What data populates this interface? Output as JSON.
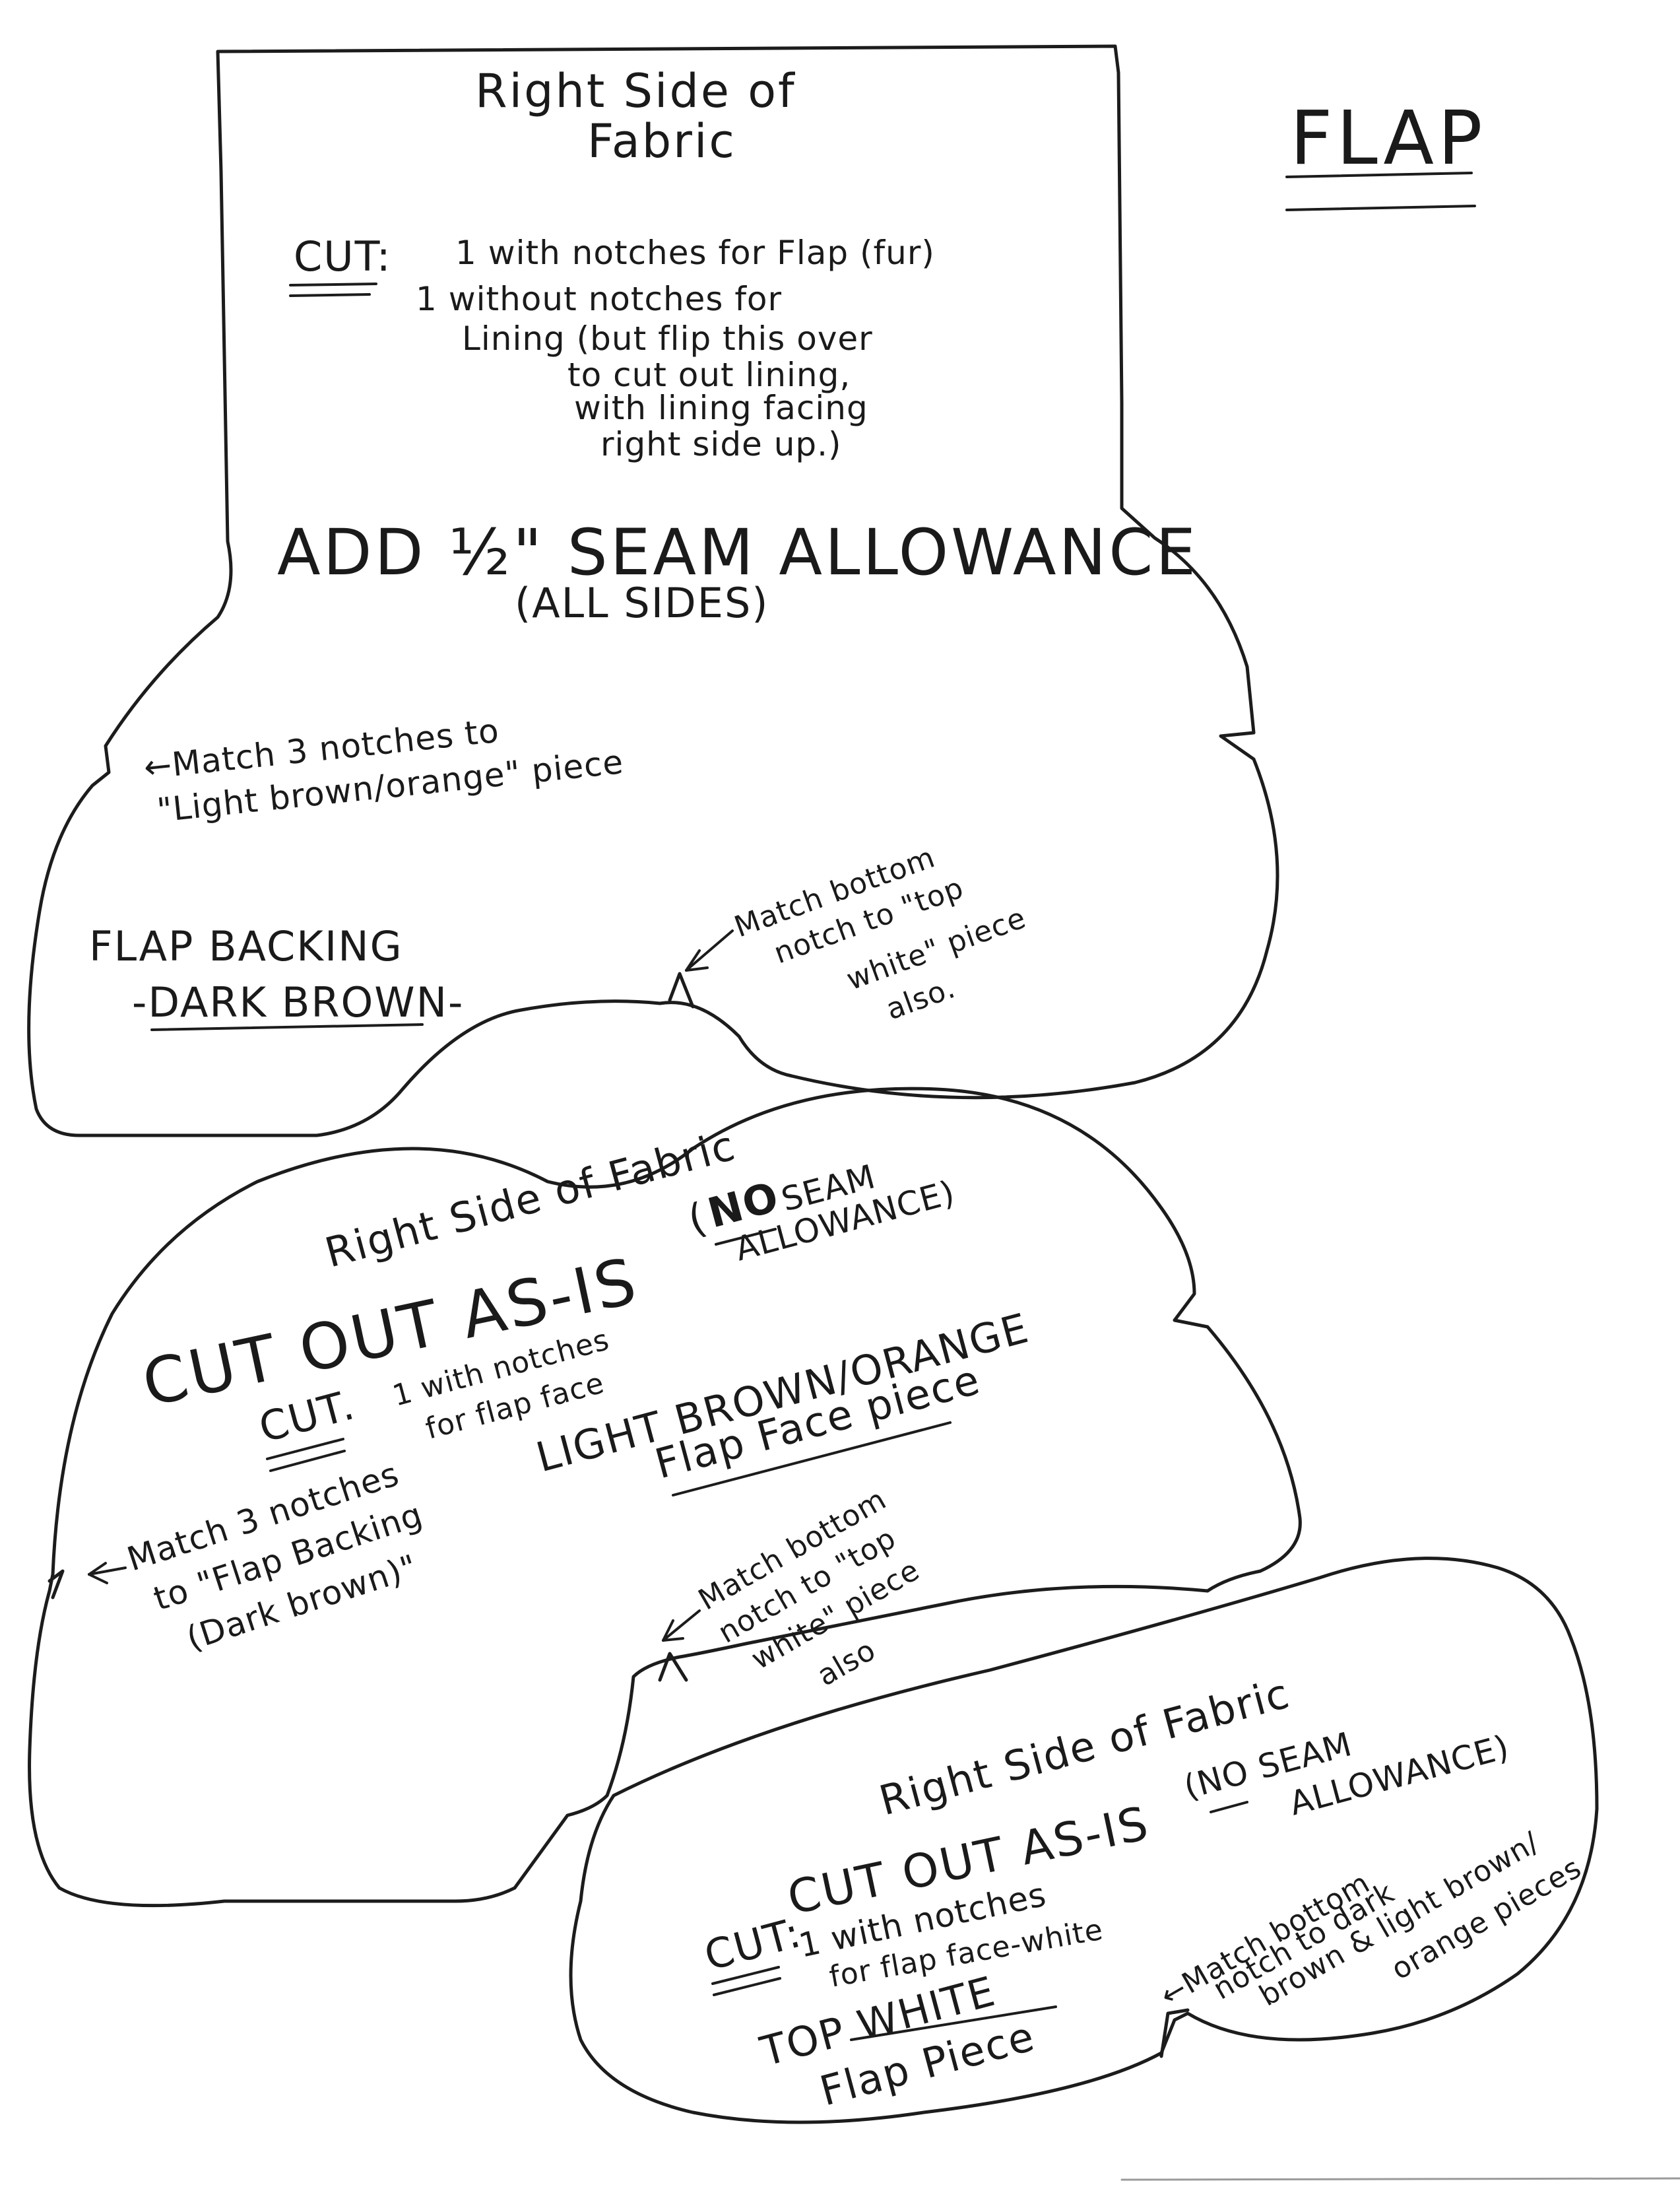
{
  "page_title": "FLAP",
  "pieces": {
    "backing": {
      "side_label_line1": "Right Side of",
      "side_label_line2": "Fabric",
      "cut_label": "CUT:",
      "cut_line1": "1 with notches for Flap (fur)",
      "cut_line2": "1 without notches for",
      "cut_line3": "Lining (but flip this over",
      "cut_line4": "to cut out lining,",
      "cut_line5": "with lining facing",
      "cut_line6": "right side up.)",
      "seam_line1": "ADD ½\" SEAM ALLOWANCE",
      "seam_line2": "(ALL SIDES)",
      "notes_match3_line1": "←Match 3 notches to",
      "notes_match3_line2": "\"Light brown/orange\" piece",
      "name_line1": "FLAP BACKING",
      "name_line2": "-DARK BROWN-",
      "bottom_note_line1": "Match bottom",
      "bottom_note_line2": "notch to \"top",
      "bottom_note_line3": "white\" piece",
      "bottom_note_line4": "also."
    },
    "face": {
      "side_label": "Right Side of Fabric",
      "cut_as_is": "CUT OUT AS-IS",
      "no_seam_no": "NO",
      "no_seam_line1": "SEAM",
      "no_seam_line2": "ALLOWANCE)",
      "no_seam_open": "(",
      "cut_label": "CUT.",
      "cut_line1": "1 with notches",
      "cut_line2": "for flap face",
      "name_line1": "LIGHT BROWN/ORANGE",
      "name_line2": "Flap Face piece",
      "match3_line1": "Match 3 notches",
      "match3_line2": "to \"Flap Backing",
      "match3_line3": "(Dark brown)\"",
      "bottom_note_line1": "Match bottom",
      "bottom_note_line2": "notch to \"top",
      "bottom_note_line3": "white\" piece",
      "bottom_note_line4": "also"
    },
    "top_white": {
      "side_label": "Right Side of Fabric",
      "cut_as_is": "CUT OUT AS-IS",
      "no_seam_line1": "(NO SEAM",
      "no_seam_line2": "ALLOWANCE)",
      "cut_label": "CUT:",
      "cut_line1": "1 with notches",
      "cut_line2": "for flap face-white",
      "name_line1": "TOP WHITE",
      "name_line2": "Flap Piece",
      "bottom_note_line1": "←Match bottom",
      "bottom_note_line2": "notch to dark",
      "bottom_note_line3": "brown & light brown/",
      "bottom_note_line4": "orange pieces"
    }
  }
}
